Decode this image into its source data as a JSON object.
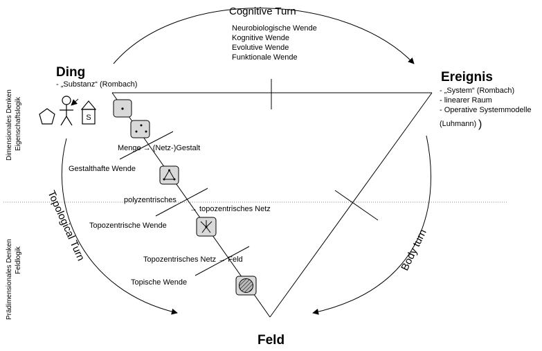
{
  "corners": {
    "ding": "Ding",
    "ereignis": "Ereignis",
    "feld": "Feld"
  },
  "ding_notes": [
    "- „Substanz“ (Rombach)"
  ],
  "ereignis_notes": [
    "- „System“ (Rombach)",
    "- linearer Raum",
    "- Operative Systemmodelle",
    "(Luhmann)"
  ],
  "turns": {
    "cognitive": "Cognitive Turn",
    "topological": "Topological Turn",
    "body": "Body turn"
  },
  "cognitive_list": [
    "Neurobiologische Wende",
    "Kognitive Wende",
    "Evolutive Wende",
    "Funktionale Wende"
  ],
  "side_labels": {
    "upper_1": "Dimensionales Denken",
    "upper_2": "Eigenschaftslogik",
    "lower_1": "Prädimensionales Denken",
    "lower_2": "Feldlogik"
  },
  "path_labels": {
    "menge": "Menge → (Netz-)Gestalt",
    "gestalthafte": "Gestalthafte Wende",
    "polyzentrisches": "polyzentrisches",
    "topozentrisches_netz": "→ topozentrisches Netz",
    "topozentrische_wende": "Topozentrische Wende",
    "netz_feld": "Topozentrisches Netz → Feld",
    "topische_wende": "Topische Wende"
  },
  "ding_icon_letter": "S"
}
